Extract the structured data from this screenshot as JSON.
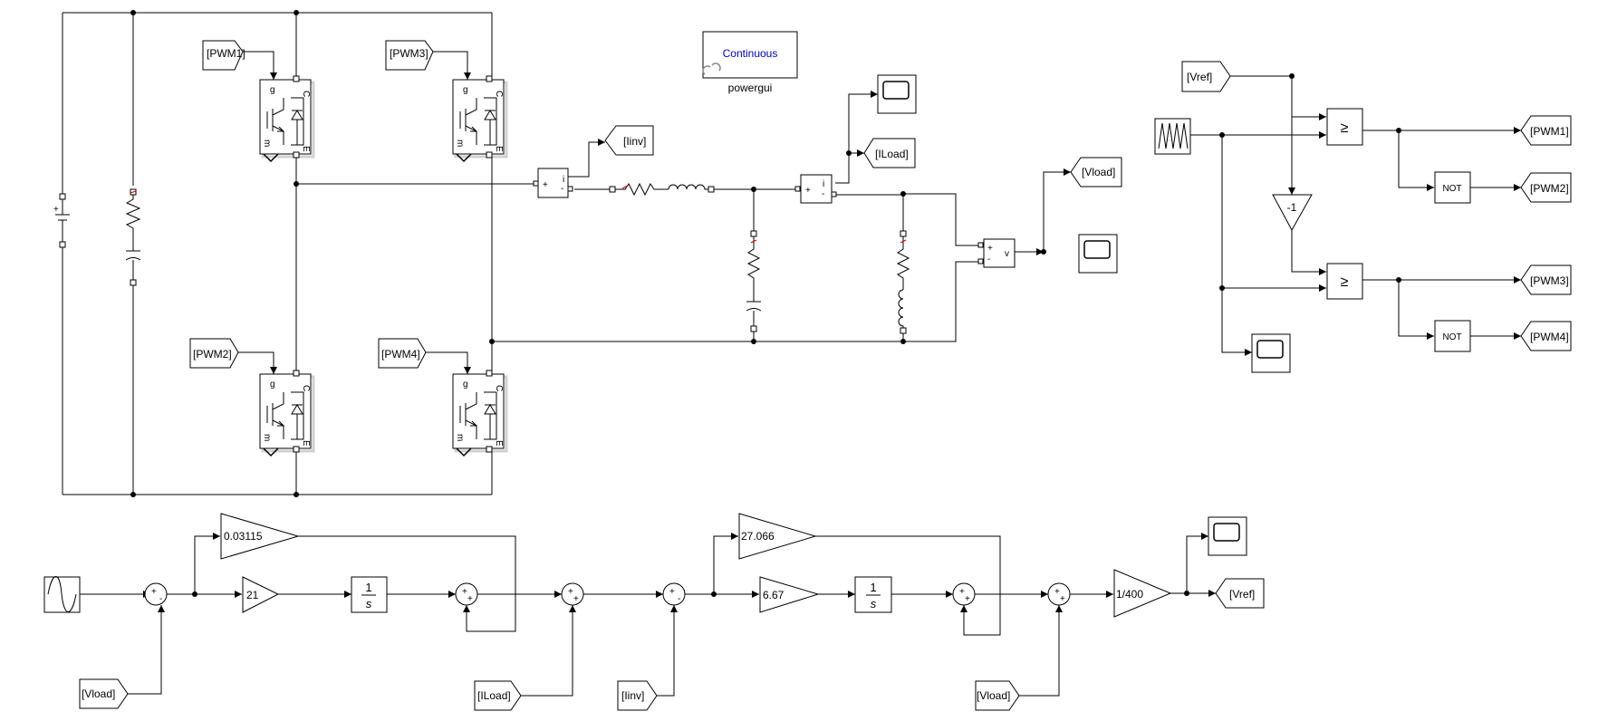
{
  "powergui": {
    "mode": "Continuous",
    "label": "powergui"
  },
  "tags": {
    "pwm1": "[PWM1]",
    "pwm2": "[PWM2]",
    "pwm3": "[PWM3]",
    "pwm4": "[PWM4]",
    "iinv": "[Iinv]",
    "iload": "[ILoad]",
    "vload": "[Vload]",
    "vref": "[Vref]"
  },
  "gains": {
    "kp1": "0.03115",
    "ki1": "21",
    "kp2": "27.066",
    "ki2": "6.67",
    "neg": "-1",
    "scale": "1/400"
  },
  "logic": {
    "not": "NOT",
    "compare": "≥"
  },
  "integrator": {
    "num": "1",
    "den": "s"
  },
  "meter": {
    "current": "i",
    "voltage": "v"
  },
  "switch_pins": {
    "g": "g",
    "c": "C",
    "e": "E",
    "m": "m"
  },
  "signs": {
    "plus": "+",
    "minus": "-"
  }
}
